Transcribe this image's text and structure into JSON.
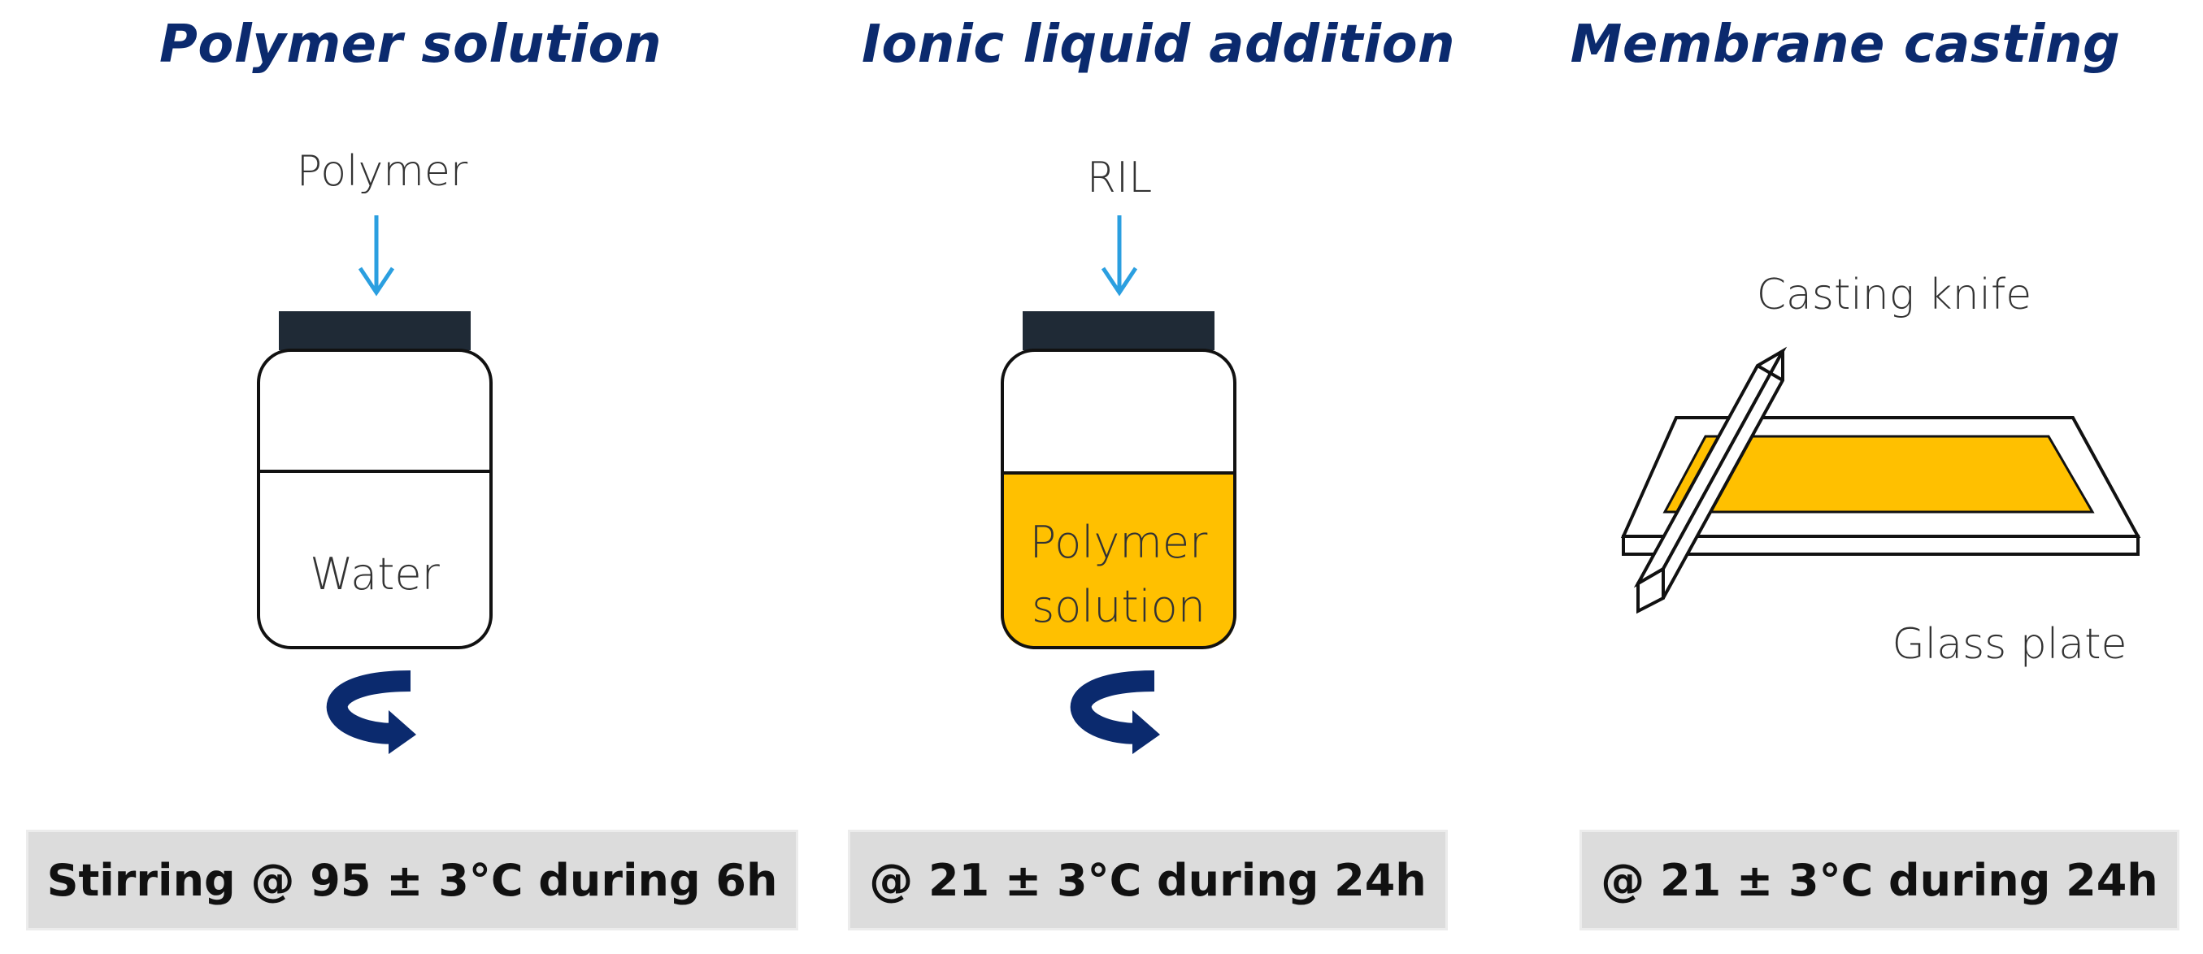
{
  "steps": [
    {
      "title": "Polymer solution",
      "input_label": "Polymer",
      "content_label": "Water",
      "condition": "Stirring @ 95 ± 3°C during  6h"
    },
    {
      "title": "Ionic liquid addition",
      "input_label": "RIL",
      "content_label_line1": "Polymer",
      "content_label_line2": "solution",
      "condition": "@ 21 ± 3°C during  24h"
    },
    {
      "title": "Membrane casting",
      "knife_label": "Casting knife",
      "plate_label": "Glass plate",
      "condition": "@ 21 ± 3°C during  24h"
    }
  ],
  "colors": {
    "title": "#0b2a6e",
    "input_arrow": "#2b9fe0",
    "jar_cap": "#1f2a36",
    "solution_fill": "#ffc000",
    "stir_arrow": "#0b2a6e",
    "condition_box": "#dcdcdc"
  },
  "icons": [
    "down-arrow-icon",
    "jar-icon",
    "stirring-arrow-icon",
    "casting-knife-icon",
    "glass-plate-icon"
  ]
}
